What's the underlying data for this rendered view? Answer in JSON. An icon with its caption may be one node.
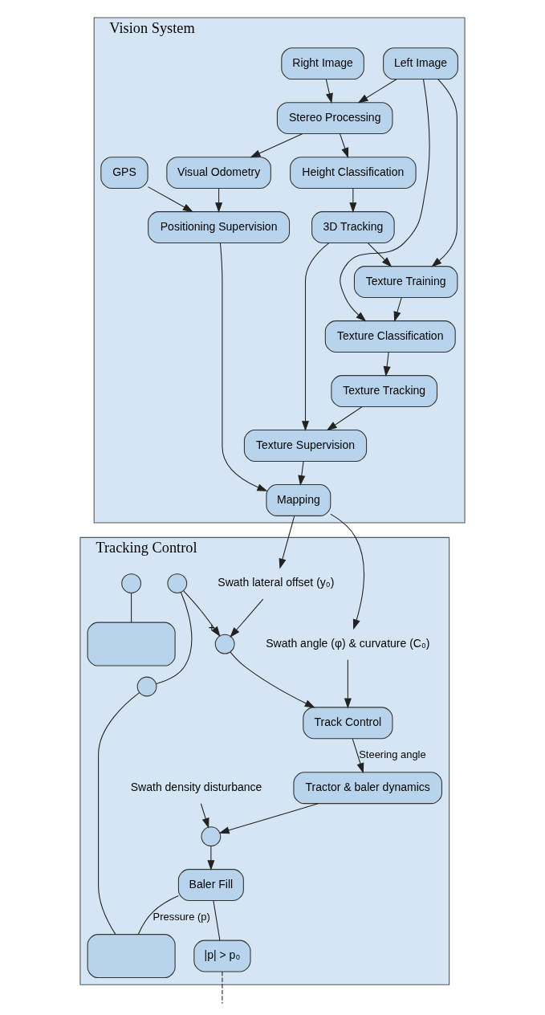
{
  "diagram": {
    "nodes": [
      {
        "text": [
          "Vision System"
        ]
      },
      {
        "text": [
          "Left Image"
        ],
        "in": 0
      },
      {
        "text": [
          "Right Image"
        ],
        "in": 0
      },
      {
        "text": [
          "Stereo Processing"
        ],
        "in": 0
      },
      {
        "text": [
          "Height Classification"
        ],
        "in": 0
      },
      {
        "text": [
          "Texture Classification"
        ],
        "in": 0
      },
      {
        "text": [
          "Texture Training"
        ],
        "in": 0
      },
      {
        "text": [
          "3D Tracking"
        ],
        "in": 0
      },
      {
        "text": [
          "Visual Odometry"
        ],
        "in": 0
      },
      {
        "text": [
          "GPS"
        ],
        "in": 0
      },
      {
        "text": [
          "Texture Tracking"
        ],
        "in": 0
      },
      {
        "text": [
          "Texture Supervision"
        ],
        "in": 0
      },
      {
        "text": [
          "Positioning Supervision"
        ],
        "in": 0
      },
      {
        "text": [
          "Mapping"
        ],
        "in": 0
      },
      {
        "text": [
          "Tracking Control"
        ]
      },
      {
        "text": [
          "Swath lateral offset (y₀)"
        ],
        "in": 14
      },
      {
        "text": [
          "Swath angle (φ) & curvature (C₀)"
        ],
        "in": 14
      },
      {
        "text": [],
        "shape": "circle",
        "in": 14,
        "beside": [
          "+"
        ]
      },
      {
        "text": [
          "Track Control"
        ],
        "in": 14
      },
      {
        "text": [
          "Tractor & baler dynamics"
        ],
        "in": 14
      },
      {
        "text": [
          "Swath density disturbance"
        ],
        "in": 14
      },
      {
        "text": [],
        "shape": "circle",
        "in": 14
      },
      {
        "text": [
          "Baler Fill"
        ],
        "in": 14
      },
      {
        "text": [],
        "shape": "box",
        "in": 14
      },
      {
        "text": [],
        "shape": "circle",
        "in": 14
      },
      {
        "text": [],
        "shape": "circle",
        "in": 14
      },
      {
        "text": [],
        "shape": "circle",
        "in": 14
      },
      {
        "text": [],
        "shape": "box",
        "in": 14
      },
      {
        "text": [
          "|p| > p₀"
        ],
        "in": 14
      }
    ],
    "edges": [
      {
        "from": 1,
        "to": 3,
        "arrow": "to"
      },
      {
        "from": 2,
        "to": 3,
        "arrow": "to"
      },
      {
        "from": 1,
        "to": 5,
        "arrow": "to"
      },
      {
        "from": 1,
        "to": 6,
        "arrow": "to"
      },
      {
        "from": 3,
        "to": 4,
        "arrow": "to"
      },
      {
        "from": 3,
        "to": 8,
        "arrow": "to"
      },
      {
        "from": 4,
        "to": 7,
        "arrow": "to"
      },
      {
        "from": 7,
        "to": 6,
        "arrow": "to"
      },
      {
        "from": 6,
        "to": 5,
        "arrow": "to"
      },
      {
        "from": 5,
        "to": 10,
        "arrow": "to"
      },
      {
        "from": 10,
        "to": 11,
        "arrow": "to"
      },
      {
        "from": 7,
        "to": 11,
        "arrow": "to"
      },
      {
        "from": 8,
        "to": 12,
        "arrow": "to"
      },
      {
        "from": 9,
        "to": 12,
        "arrow": "to"
      },
      {
        "from": 11,
        "to": 13,
        "arrow": "to"
      },
      {
        "from": 12,
        "to": 13,
        "arrow": "to"
      },
      {
        "from": 13,
        "to": 15,
        "arrow": "to"
      },
      {
        "from": 13,
        "to": 16,
        "arrow": "to"
      },
      {
        "from": 15,
        "to": 17,
        "arrow": "to"
      },
      {
        "from": 16,
        "to": 18,
        "arrow": "to"
      },
      {
        "from": 17,
        "to": 18,
        "arrow": "to"
      },
      {
        "from": 18,
        "to": 19,
        "arrow": "to",
        "label": "Steering angle"
      },
      {
        "from": 20,
        "to": 21,
        "arrow": "to"
      },
      {
        "from": 19,
        "to": 21,
        "arrow": "to"
      },
      {
        "from": 21,
        "to": 22,
        "arrow": "to"
      },
      {
        "from": 22,
        "to": 27,
        "arrow": "none",
        "label": "Pressure (p)"
      },
      {
        "from": 22,
        "to": 28,
        "arrow": "none"
      },
      {
        "from": 25,
        "to": 17,
        "arrow": "to"
      },
      {
        "from": 25,
        "to": 26,
        "arrow": "none"
      },
      {
        "from": 24,
        "to": 23,
        "arrow": "none"
      },
      {
        "from": 26,
        "to": 27,
        "arrow": "none"
      },
      {
        "from": 28,
        "to": null,
        "arrow": "none",
        "style": "dashed"
      }
    ]
  }
}
